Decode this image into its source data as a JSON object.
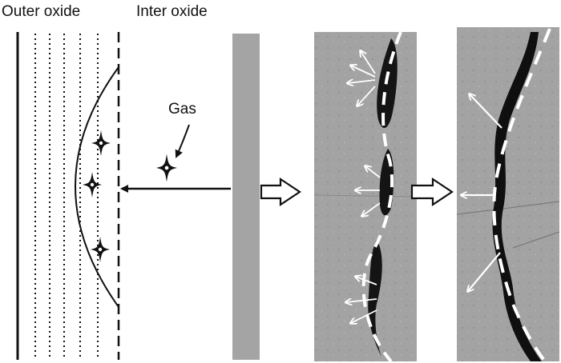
{
  "labels": {
    "outer_oxide": "Outer oxide",
    "inter_oxide": "Inter oxide",
    "gas": "Gas"
  },
  "colors": {
    "ink": "#111111",
    "gray_bar": "#a4a4a4",
    "micrograph_bg": "#9a9a9a",
    "crack": "#111111",
    "dash_overlay": "#ffffff"
  },
  "icons": [
    "four-point-star-icon",
    "block-arrow-right-icon",
    "arrow-left-icon"
  ]
}
